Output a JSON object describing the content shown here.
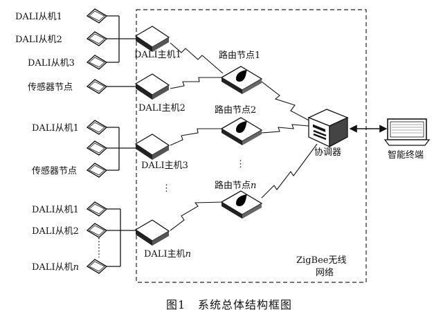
{
  "labels": {
    "slave_g1_1": "DALI从机1",
    "slave_g1_2": "DALI从机2",
    "slave_g1_3": "DALI从机3",
    "sensor_1": "传感器节点",
    "slave_g2_1": "DALI从机1",
    "sensor_2": "传感器节点",
    "slave_g3_1": "DALI从机1",
    "slave_g3_2": "DALI从机2",
    "slave_g3_n_prefix": "DALI从机",
    "slave_g3_n_suffix": "n",
    "master_1": "DALI主机1",
    "master_2": "DALI主机2",
    "master_3": "DALI主机3",
    "master_n_prefix": "DALI主机",
    "master_n_suffix": "n",
    "router_1": "路由节点1",
    "router_2": "路由节点2",
    "router_n_prefix": "路由节点",
    "router_n_suffix": "n",
    "coordinator": "协调器",
    "terminal": "智能终端",
    "network_line1": "ZigBee无线",
    "network_line2": "网络",
    "vdots": "⋮"
  },
  "caption": {
    "number": "图1",
    "title": "系统总体结构框图"
  }
}
